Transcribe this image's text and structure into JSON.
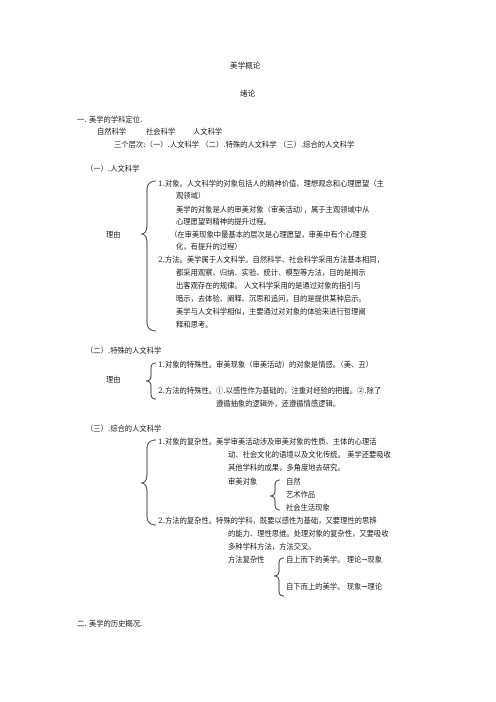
{
  "doc": {
    "title": "美学概论",
    "subtitle": "绪论",
    "s1": {
      "heading": "一. 美学的学科定位.",
      "sciences": [
        "自然科学",
        "社会科学",
        "人文科学"
      ],
      "levels": "三个层次:（一）.人文科学 （二）.特殊的人文科学 （三）.综合的人文科学",
      "p1": {
        "heading": "（一）.人文科学",
        "reason": "理由",
        "lines": [
          "1.对象。人文科学的对象包括人的精神价值、理想观念和心理愿望（主",
          "观领域）",
          "美学的对象是人的审美对象（审美活动），属于主观领域中从",
          "心理愿望到精神的提升过程。",
          "（在审美现象中最基本的层次是心理愿望，审美中有个心理变",
          "化，有提升的过程）",
          "2.方法。美学属于人文科学。自然科学、社会科学采用方法基本相同，",
          "都采用观察、归纳、实验、统计、模型等方法，目的是揭示",
          "出客观存在的规律。 人文科学采用的是通过对象的指引与",
          "暗示，去体验、阐释、沉思和追问，目的是提供某种启示。",
          "美学与人文科学相似，主要通过对对象的体验来进行哲理阐",
          "释和思考。"
        ]
      },
      "p2": {
        "heading": "（二）.特殊的人文科学",
        "reason": "理由",
        "lines": [
          "1.对象的特殊性。审美现象（审美活动）的对象是情感。（美、丑）",
          "2.方法的特殊性。①.以感性作为基础的，注重对经验的把握。②.除了",
          "遵循抽象的逻辑外，还遵循情感逻辑。"
        ]
      },
      "p3": {
        "heading": "（三）.综合的人文科学",
        "lines": [
          "1.对象的复杂性。美学审美活动涉及审美对象的性质、主体的心理活",
          "动、社会文化的语境以及文化传统。 美学还要吸收",
          "其他学科的成果，多角度地去研究。",
          "审美对象",
          "2.方法的复杂性。特殊的学科，既要以感性为基础，又要理性的思辨",
          "的能力、理性思维。处理对象的复杂性，又要吸收",
          "多种学科方法，方法交叉。",
          "方法复杂性"
        ],
        "objects": [
          "自然",
          "艺术作品",
          "社会生活现象"
        ],
        "methods": [
          "自上而下的美学。 理论→现象",
          "自下而上的美学。 现象→理论"
        ]
      }
    },
    "s2": {
      "heading": "二. 美学的历史概况."
    }
  }
}
